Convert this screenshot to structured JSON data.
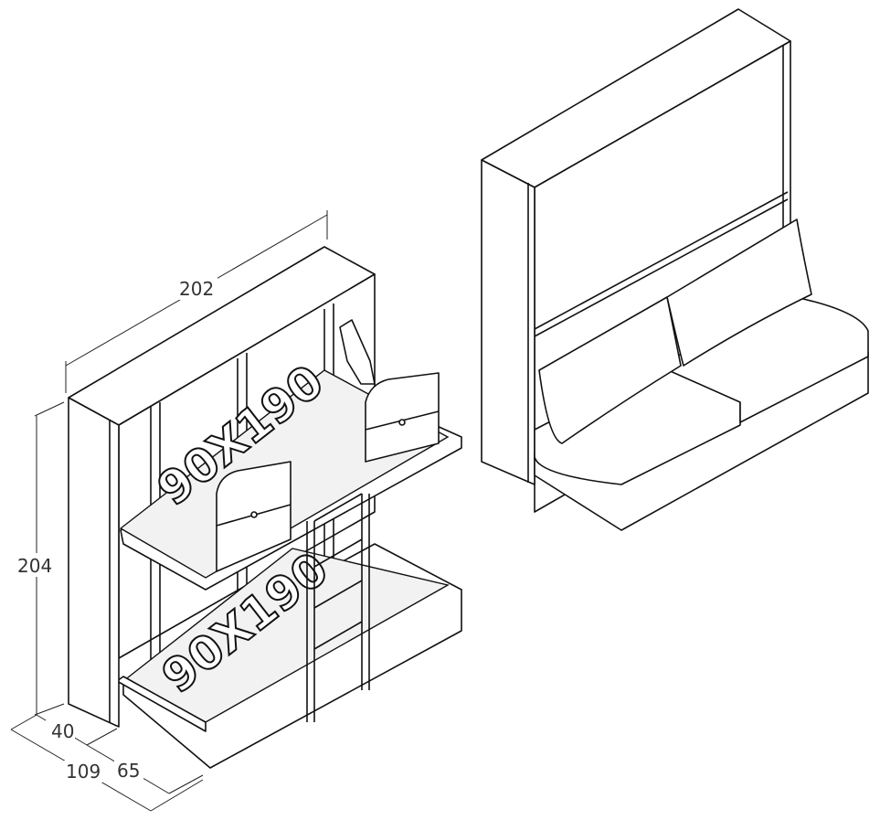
{
  "dimensions": {
    "width": "202",
    "height": "204",
    "depth_closed": "40",
    "depth_total": "109",
    "depth_bed": "65"
  },
  "beds": {
    "upper_label": "90X190",
    "lower_label": "90X190"
  }
}
